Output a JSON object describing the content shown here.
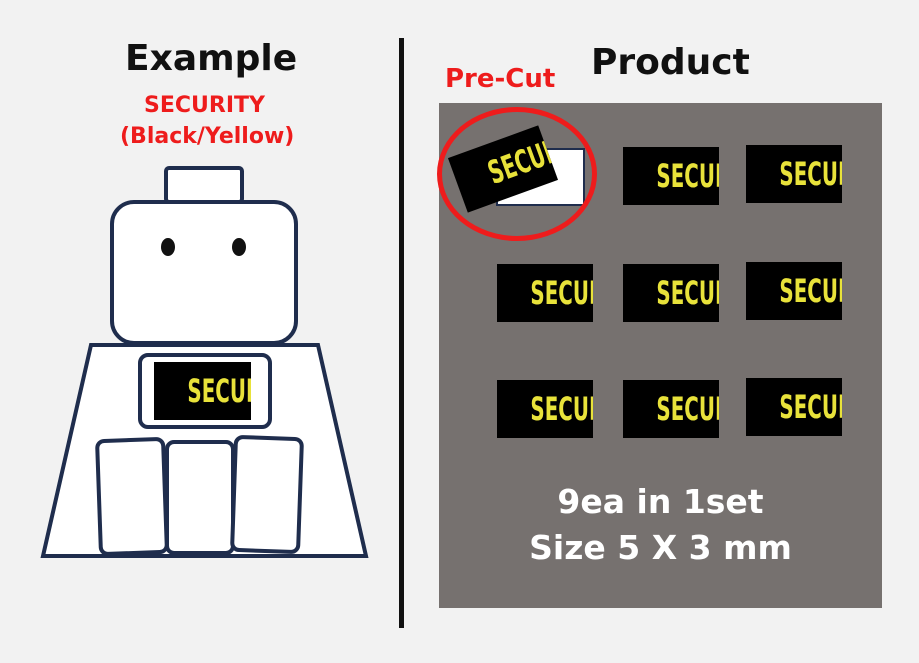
{
  "left": {
    "title": "Example",
    "label_line1": "SECURITY",
    "label_line2": "(Black/Yellow)",
    "sticker_text": "SECURITY"
  },
  "right": {
    "title": "Product",
    "precut_label": "Pre-Cut",
    "stickers": [
      "SECURITY",
      "SECURITY",
      "SECURITY",
      "SECURITY",
      "SECURITY",
      "SECURITY",
      "SECURITY",
      "SECURITY",
      "SECURITY"
    ],
    "info_line1": "9ea in 1set",
    "info_line2": "Size 5 X 3 mm"
  },
  "colors": {
    "background": "#f2f2f2",
    "panel": "#76716f",
    "sticker_bg": "#000000",
    "sticker_text": "#e8e23a",
    "accent_red": "#ee1c1c",
    "outline": "#1f2d4d"
  }
}
